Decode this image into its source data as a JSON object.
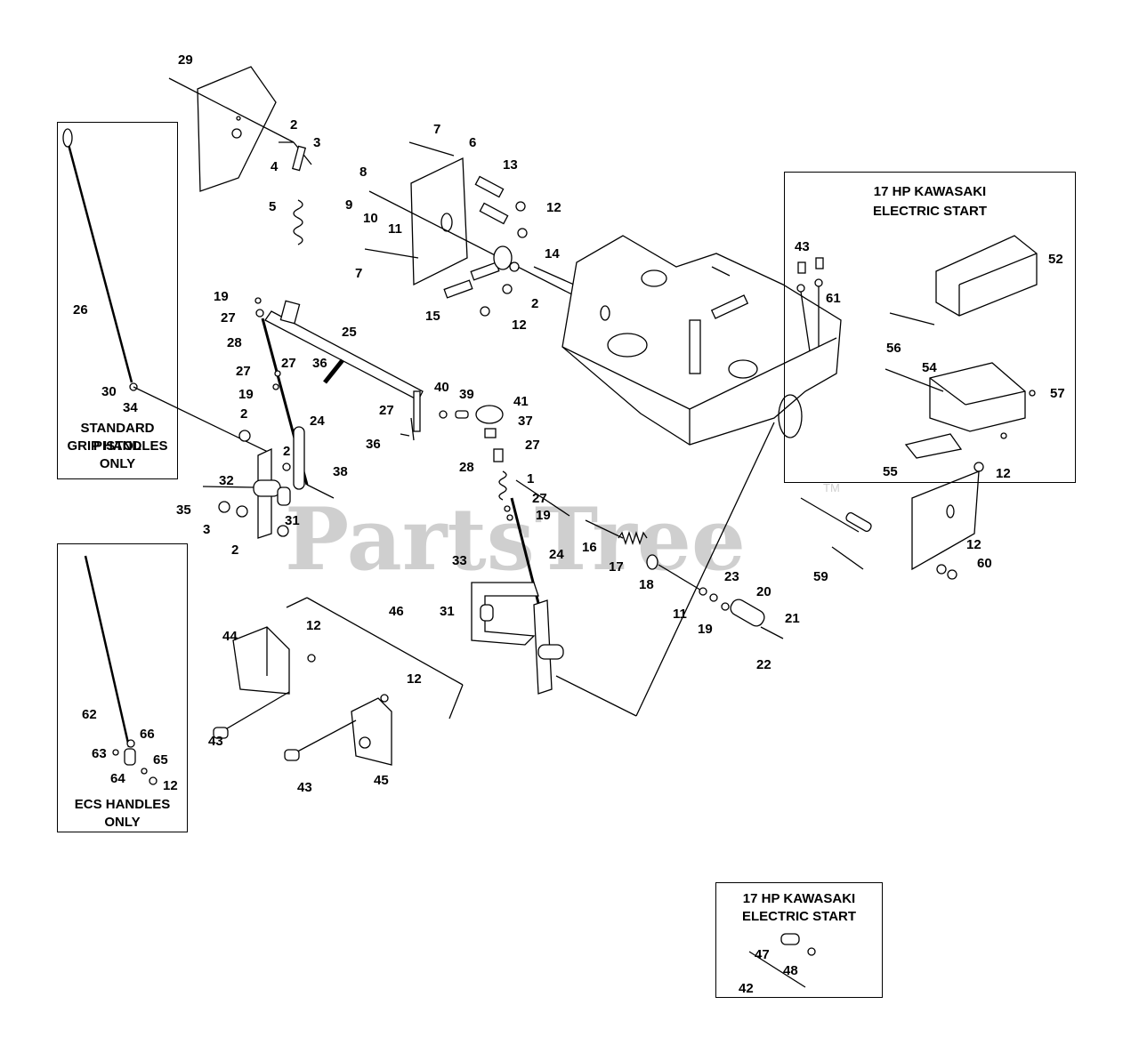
{
  "watermark": {
    "text": "PartsTree",
    "trademark": "TM"
  },
  "boxes": {
    "pistol": {
      "title_line1": "STANDARD PISTOL",
      "title_line2": "GRIP HANDLES",
      "title_line3": "ONLY"
    },
    "ecs": {
      "title_line1": "ECS HANDLES",
      "title_line2": "ONLY"
    },
    "kawasaki_upper": {
      "title_line1": "17 HP KAWASAKI",
      "title_line2": "ELECTRIC START"
    },
    "kawasaki_lower": {
      "title_line1": "17 HP KAWASAKI",
      "title_line2": "ELECTRIC START"
    }
  },
  "part_labels": [
    "29",
    "2",
    "3",
    "4",
    "5",
    "7",
    "6",
    "13",
    "8",
    "9",
    "10",
    "11",
    "12",
    "14",
    "7",
    "2",
    "15",
    "12",
    "26",
    "19",
    "27",
    "28",
    "25",
    "27",
    "36",
    "27",
    "19",
    "24",
    "30",
    "34",
    "2",
    "2",
    "32",
    "38",
    "35",
    "3",
    "31",
    "2",
    "40",
    "39",
    "41",
    "37",
    "27",
    "36",
    "28",
    "27",
    "1",
    "27",
    "19",
    "16",
    "17",
    "18",
    "24",
    "33",
    "31",
    "11",
    "23",
    "19",
    "20",
    "21",
    "22",
    "46",
    "44",
    "12",
    "12",
    "43",
    "45",
    "43",
    "62",
    "66",
    "63",
    "65",
    "64",
    "12",
    "43",
    "61",
    "52",
    "56",
    "54",
    "57",
    "55",
    "12",
    "59",
    "12",
    "60",
    "47",
    "48",
    "42"
  ]
}
